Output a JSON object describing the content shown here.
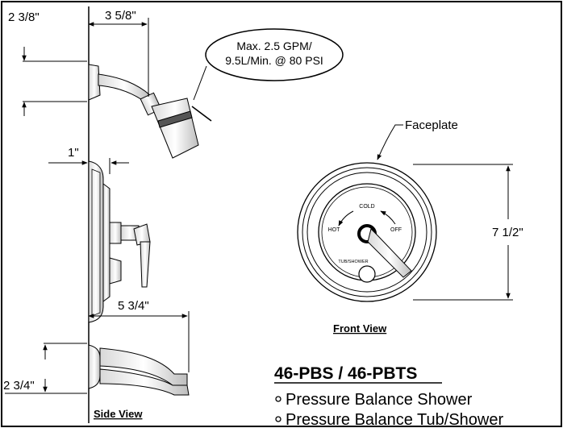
{
  "dimensions": {
    "arm_height": "2 3/8\"",
    "arm_reach": "3 5/8\"",
    "plate_depth": "1\"",
    "spout_reach": "5 3/4\"",
    "spout_height": "2 3/4\"",
    "plate_height": "7 1/2\""
  },
  "callout": {
    "line1": "Max. 2.5 GPM/",
    "line2": "9.5L/Min. @ 80 PSI"
  },
  "faceplate": {
    "label": "Faceplate",
    "cold": "COLD",
    "hot": "HOT",
    "off": "OFF",
    "diverter": "TUB/SHOWER"
  },
  "views": {
    "side": "Side View",
    "front": "Front View"
  },
  "product": {
    "model": "46-PBS / 46-PBTS",
    "bullets": [
      "Pressure Balance Shower",
      "Pressure Balance Tub/Shower"
    ]
  }
}
